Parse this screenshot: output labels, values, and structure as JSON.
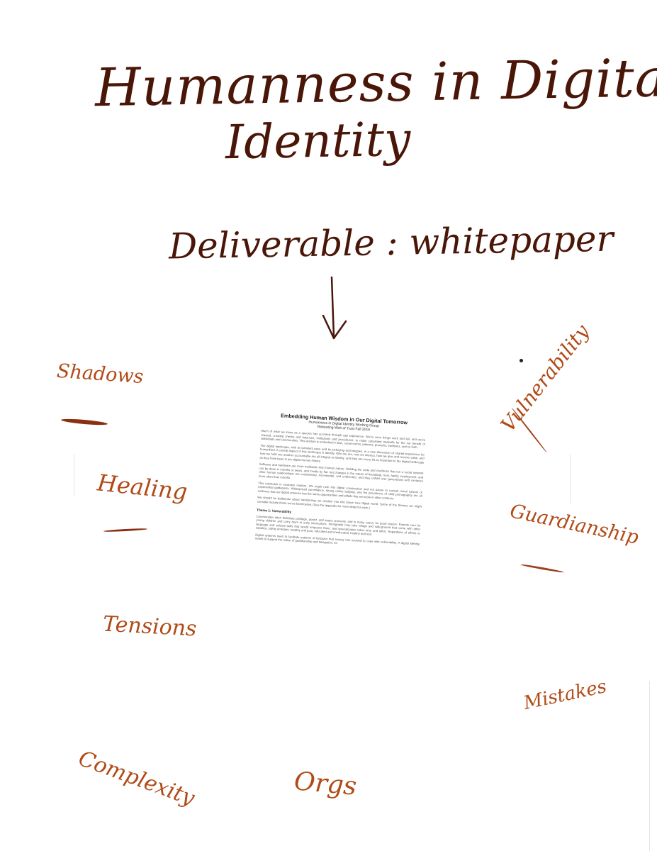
{
  "title_line1": "Humanness in Digital",
  "title_line2": "Identity",
  "deliverable": "Deliverable : whitepaper",
  "left_words": [
    "Shadows",
    "Healing",
    "Tensions",
    "Complexity"
  ],
  "bottom_word": "Orgs",
  "right_words": [
    "Vulnerability",
    "Guardianship",
    "Mistakes"
  ],
  "document": {
    "title": "Embedding Human Wisdom in Our Digital Tomorrow",
    "subtitle": "Humanness in Digital Identity Working Group",
    "event": "Rebooting Web of Trust Fall 2016",
    "paragraphs": [
      "Much of what we know as a species has accreted through sad experience. We've seen things work and fail, and we've reacted, creating checks and balances, institutions and procedures, to make calculated tradeoffs for the net benefit of individuals and communities. This wisdom is embodied in laws, social norms, patterns, proverbs, traditions, and so forth.",
      "The digital landscape, with its turbulent pace and its jockeying technologies, is a new dimension of shared experience for humankind. A central aspect of this landscape is identity. Who we are, how we interact, how we give and receive value, and how we hold one another accountable are all integral to identity, and they are every bit as important to the digital landscape as they have been in pre-digital human history.",
      "Software and hardware are more malleable than human nature. Building the code and machines that run a social network can be done in months or years, and mostly by fiat, but changes in the nature of friendship, trust, family, employment, and other human relationships are evolutionary, incremental, and undirected, and they unfold over generations and centuries more often than months.",
      "This mismatch in evolution matters. We might rush into digital construction and not pause to consult moral salvers or experiential guideposts. Widespread surveillance, strong online bullying, and the prevalence of child pornography are all evidence that our digital universe has the same opportunities and pitfalls that we know in other contexts.",
      "We should be deliberate about transferring our wisdom into this brave new digital world. Some of the themes we might consider include those we've listed below. (See the appendix for more detail for each.)"
    ],
    "theme_heading": "Theme 1: Vulnerability",
    "theme_paragraphs": [
      "Communities often distribute privilege, power, and status unevenly, and in many cases, for good reason. Parents care for young children and carry them in early interactions. Immigrants may take refuge and safe-ground that come with other language and cultural skills that would empower them, and specialization takes time and effort. Regardless of efforts to equalize, safety emerges; wealthy and poor, educated and uneducated, healthy and sick.",
      "Digital systems need to facilitate patterns of behavior that society has evolved to cope with vulnerability. A digital identity needs to support the notion of guardianship and delegation, for"
    ]
  }
}
